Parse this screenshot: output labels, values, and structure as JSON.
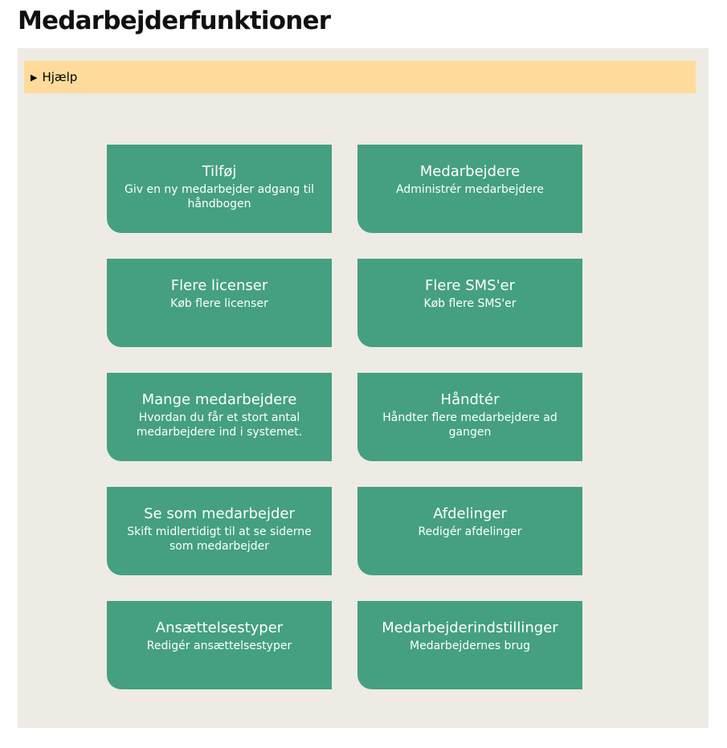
{
  "page": {
    "title": "Medarbejderfunktioner"
  },
  "help": {
    "arrow_icon": "triangle-right-icon",
    "label": "Hjælp"
  },
  "colors": {
    "tile_bg": "#44a081",
    "panel_bg": "#edebe3",
    "help_bg": "#fedb9b"
  },
  "tiles": [
    {
      "title": "Tilføj",
      "description": "Giv en ny medarbejder adgang til håndbogen"
    },
    {
      "title": "Medarbejdere",
      "description": "Administrér medarbejdere"
    },
    {
      "title": "Flere licenser",
      "description": "Køb flere licenser"
    },
    {
      "title": "Flere SMS'er",
      "description": "Køb flere SMS'er"
    },
    {
      "title": "Mange medarbejdere",
      "description": "Hvordan du får et stort antal medarbejdere ind i systemet."
    },
    {
      "title": "Håndtér",
      "description": "Håndter flere medarbejdere ad gangen"
    },
    {
      "title": "Se som medarbejder",
      "description": "Skift midlertidigt til at se siderne som medarbejder"
    },
    {
      "title": "Afdelinger",
      "description": "Redigér afdelinger"
    },
    {
      "title": "Ansættelsestyper",
      "description": "Redigér ansættelsestyper"
    },
    {
      "title": "Medarbejderindstillinger",
      "description": "Medarbejdernes brug"
    }
  ]
}
